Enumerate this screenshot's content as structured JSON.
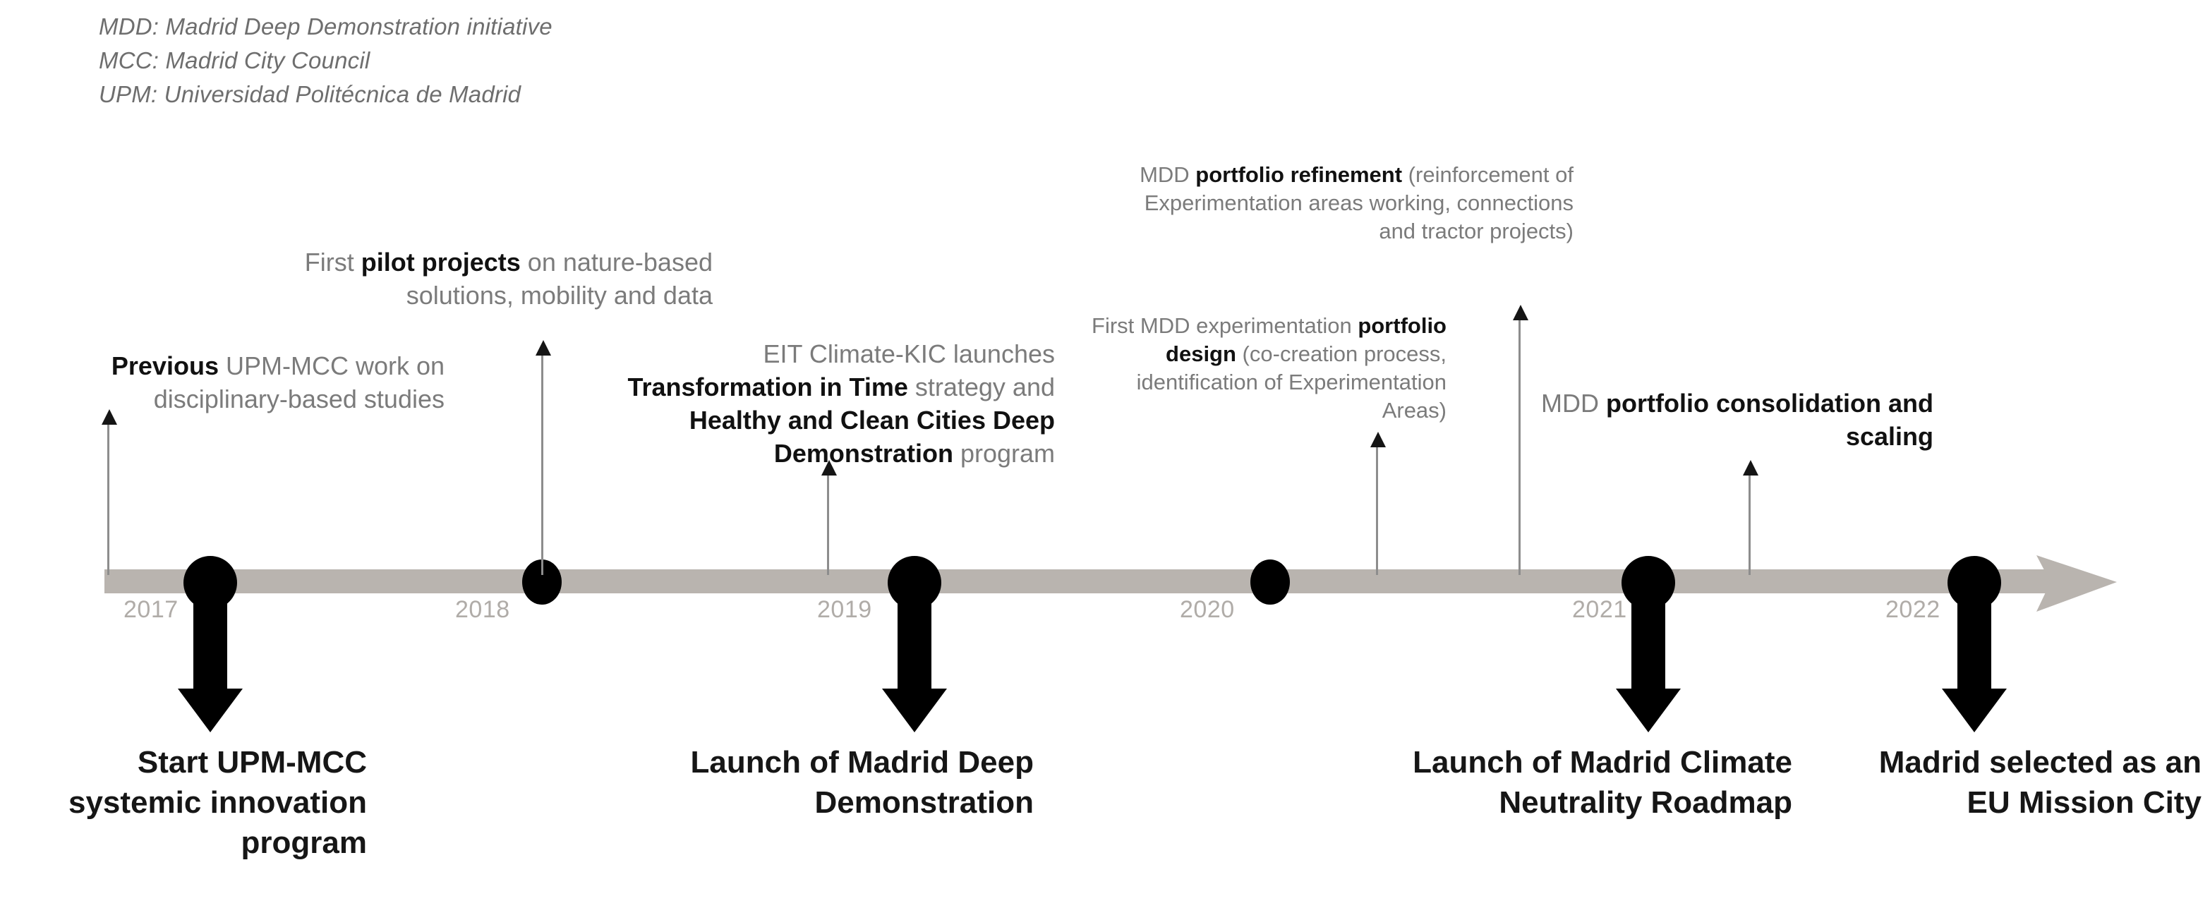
{
  "legend": {
    "lines": [
      "MDD: Madrid Deep Demonstration initiative",
      "MCC: Madrid City Council",
      "UPM: Universidad Politécnica de Madrid"
    ]
  },
  "axis": {
    "years": [
      "2017",
      "2018",
      "2019",
      "2020",
      "2021",
      "2022"
    ],
    "bar_color": "#b9b4af",
    "marker_color": "#000000",
    "year_label_color": "#b0aca8",
    "arrow_direction": "right"
  },
  "annotations": [
    {
      "id": "previous-work",
      "year": "2017",
      "align": "right",
      "size": "md",
      "segments": [
        {
          "text": "Previous",
          "bold": true
        },
        {
          "text": " UPM-MCC work on disciplinary-based studies",
          "bold": false
        }
      ],
      "plain_text": "Previous UPM-MCC work on disciplinary-based studies"
    },
    {
      "id": "pilot-projects",
      "year": "2018",
      "align": "right",
      "size": "md",
      "segments": [
        {
          "text": "First ",
          "bold": false
        },
        {
          "text": "pilot projects",
          "bold": true
        },
        {
          "text": " on nature-based solutions, mobility and data",
          "bold": false
        }
      ],
      "plain_text": "First pilot projects on nature-based solutions, mobility and data"
    },
    {
      "id": "eit-climate-kic",
      "year": "2019",
      "align": "right",
      "size": "md",
      "segments": [
        {
          "text": "EIT Climate-KIC launches ",
          "bold": false
        },
        {
          "text": "Transformation in Time",
          "bold": true
        },
        {
          "text": " strategy and ",
          "bold": false
        },
        {
          "text": "Healthy and Clean Cities Deep Demonstration",
          "bold": true
        },
        {
          "text": " program",
          "bold": false
        }
      ],
      "plain_text": "EIT Climate-KIC launches Transformation in Time strategy and Healthy and Clean Cities Deep Demonstration program"
    },
    {
      "id": "portfolio-design",
      "year": "2020",
      "align": "right",
      "size": "sm",
      "segments": [
        {
          "text": "First MDD experimentation ",
          "bold": false
        },
        {
          "text": "portfolio design",
          "bold": true
        },
        {
          "text": " (co-creation process, identification of Experimentation Areas)",
          "bold": false
        }
      ],
      "plain_text": "First MDD experimentation portfolio design (co-creation process, identification of Experimentation Areas)"
    },
    {
      "id": "portfolio-refinement",
      "year": "2020-2021",
      "align": "right",
      "size": "sm",
      "segments": [
        {
          "text": "MDD ",
          "bold": false
        },
        {
          "text": "portfolio refinement",
          "bold": true
        },
        {
          "text": " (reinforcement of Experimentation areas working, connections and tractor projects)",
          "bold": false
        }
      ],
      "plain_text": "MDD portfolio refinement (reinforcement of Experimentation areas working, connections and tractor projects)"
    },
    {
      "id": "portfolio-consolidation",
      "year": "2021-2022",
      "align": "right",
      "size": "md",
      "segments": [
        {
          "text": "MDD ",
          "bold": false
        },
        {
          "text": "portfolio consolidation and scaling",
          "bold": true
        }
      ],
      "plain_text": "MDD portfolio consolidation and scaling"
    }
  ],
  "milestones": [
    {
      "id": "start-upm-mcc",
      "year": "2017",
      "label": "Start UPM-MCC systemic innovation program"
    },
    {
      "id": "launch-mdd",
      "year": "2019",
      "label": "Launch of Madrid Deep Demonstration"
    },
    {
      "id": "launch-roadmap",
      "year": "2021",
      "label": "Launch of Madrid Climate Neutrality Roadmap"
    },
    {
      "id": "eu-mission-city",
      "year": "2022",
      "label": "Madrid selected as an EU Mission City"
    }
  ],
  "chart_data": {
    "type": "timeline",
    "title": "Madrid Deep Demonstration timeline",
    "axis_range": [
      "2017",
      "2022"
    ],
    "events": [
      {
        "year": 2017,
        "position_pct": 6,
        "marker": "down-arrow",
        "above": "Previous UPM-MCC work on disciplinary-based studies",
        "below": "Start UPM-MCC systemic innovation program"
      },
      {
        "year": 2018,
        "position_pct": 19,
        "marker": "dot",
        "above": "First pilot projects on nature-based solutions, mobility and data",
        "below": ""
      },
      {
        "year": 2019,
        "position_pct": 35,
        "marker": "down-arrow",
        "above": "EIT Climate-KIC launches Transformation in Time strategy and Healthy and Clean Cities Deep Demonstration program",
        "below": "Launch of Madrid Deep Demonstration"
      },
      {
        "year": 2020,
        "position_pct": 53,
        "marker": "dot",
        "above": "",
        "below": ""
      },
      {
        "year": 2020.4,
        "position_pct": 60,
        "marker": "pointer",
        "above": "First MDD experimentation portfolio design (co-creation process, identification of Experimentation Areas)",
        "below": ""
      },
      {
        "year": 2020.8,
        "position_pct": 68,
        "marker": "pointer",
        "above": "MDD portfolio refinement (reinforcement of Experimentation areas working, connections and tractor projects)",
        "below": ""
      },
      {
        "year": 2021,
        "position_pct": 74,
        "marker": "down-arrow",
        "above": "",
        "below": "Launch of Madrid Climate Neutrality Roadmap"
      },
      {
        "year": 2021.4,
        "position_pct": 81,
        "marker": "pointer",
        "above": "MDD portfolio consolidation and scaling",
        "below": ""
      },
      {
        "year": 2022,
        "position_pct": 92,
        "marker": "down-arrow",
        "above": "",
        "below": "Madrid selected as an EU Mission City"
      }
    ]
  }
}
